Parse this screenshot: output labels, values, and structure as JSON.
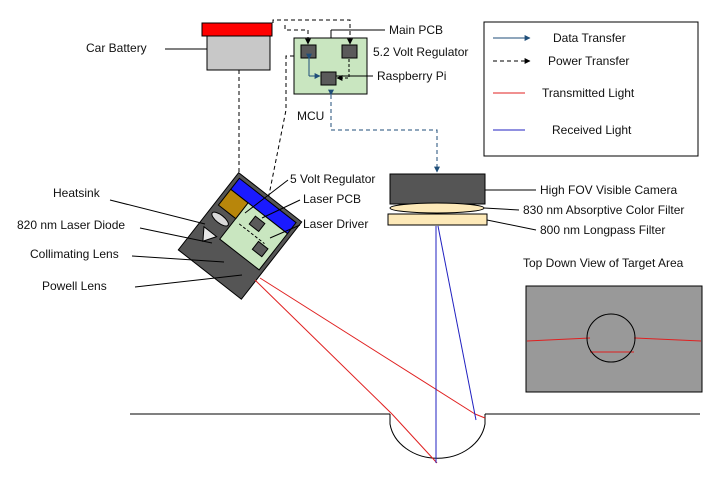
{
  "labels": {
    "car_battery": "Car Battery",
    "main_pcb": "Main PCB",
    "regulator_52": "5.2 Volt Regulator",
    "raspberry_pi": "Raspberry Pi",
    "mcu": "MCU",
    "regulator_5": "5 Volt Regulator",
    "laser_pcb": "Laser PCB",
    "laser_driver": "Laser Driver",
    "heatsink": "Heatsink",
    "laser_diode": "820 nm Laser Diode",
    "collimating_lens": "Collimating Lens",
    "powell_lens": "Powell Lens",
    "camera": "High FOV Visible Camera",
    "color_filter": "830 nm Absorptive Color Filter",
    "longpass_filter": "800 nm Longpass Filter",
    "top_down_title": "Top Down View of Target Area"
  },
  "legend": [
    {
      "label": "Data Transfer",
      "style": "data",
      "color": "#1f4e79"
    },
    {
      "label": "Power Transfer",
      "style": "power",
      "color": "#000000"
    },
    {
      "label": "Transmitted Light",
      "style": "transmitted",
      "color": "#e02020"
    },
    {
      "label": "Received Light",
      "style": "received",
      "color": "#2020c0"
    }
  ],
  "colors": {
    "battery_top": "#ff0000",
    "battery_body": "#c8c8c8",
    "pcb_green": "#c9e6c0",
    "chip": "#5a5a5a",
    "laser_housing": "#555555",
    "heatsink_blue": "#1a1aff",
    "diode_gold": "#b8860b",
    "camera_body": "#555555",
    "filter_tan": "#fde9b8",
    "target_gray": "#999999"
  }
}
